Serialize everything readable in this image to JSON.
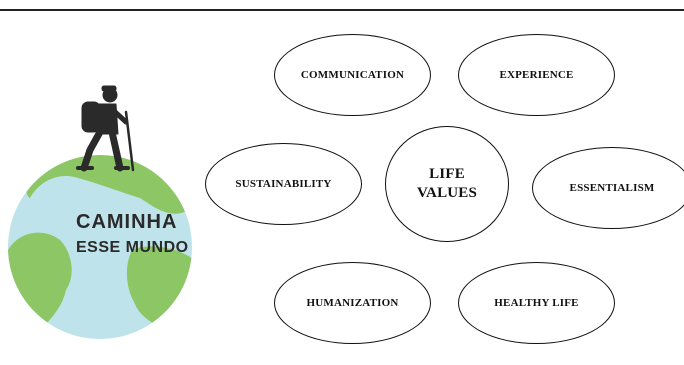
{
  "logo": {
    "line1": "CAMINHA",
    "line2": "ESSE MUNDO"
  },
  "center_node": {
    "line1": "LIFE",
    "line2": "VALUES"
  },
  "nodes": {
    "communication": "COMMUNICATION",
    "experience": "EXPERIENCE",
    "sustainability": "SUSTAINABILITY",
    "essentialism": "ESSENTIALISM",
    "humanization": "HUMANIZATION",
    "healthy_life": "HEALTHY LIFE"
  },
  "colors": {
    "ocean": "#bfe3ea",
    "land": "#8dc665",
    "hiker": "#2a2a2a",
    "ellipse_border": "#111111"
  }
}
